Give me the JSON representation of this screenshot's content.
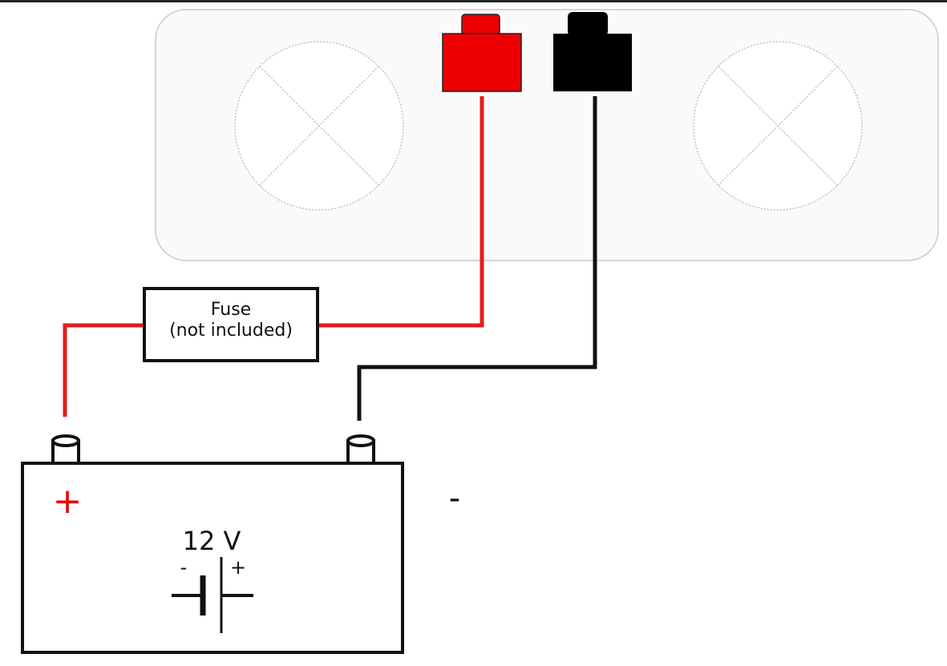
{
  "fuse": {
    "line1": "Fuse",
    "line2": "(not included)"
  },
  "battery": {
    "voltage_label": "12 V",
    "positive_mark": "+",
    "negative_mark": "-",
    "symbol_minus": "-",
    "symbol_plus": "+"
  },
  "colors": {
    "positive_wire": "#e01e1e",
    "negative_wire": "#111111",
    "positive_terminal": "#ee0000",
    "negative_terminal": "#000000",
    "device_border": "#c8c8c8",
    "lamp_outline": "#c4a8c8"
  },
  "icons": {
    "lamp_left": "lamp-x-icon",
    "lamp_right": "lamp-x-icon",
    "battery_symbol": "battery-cell-icon"
  }
}
